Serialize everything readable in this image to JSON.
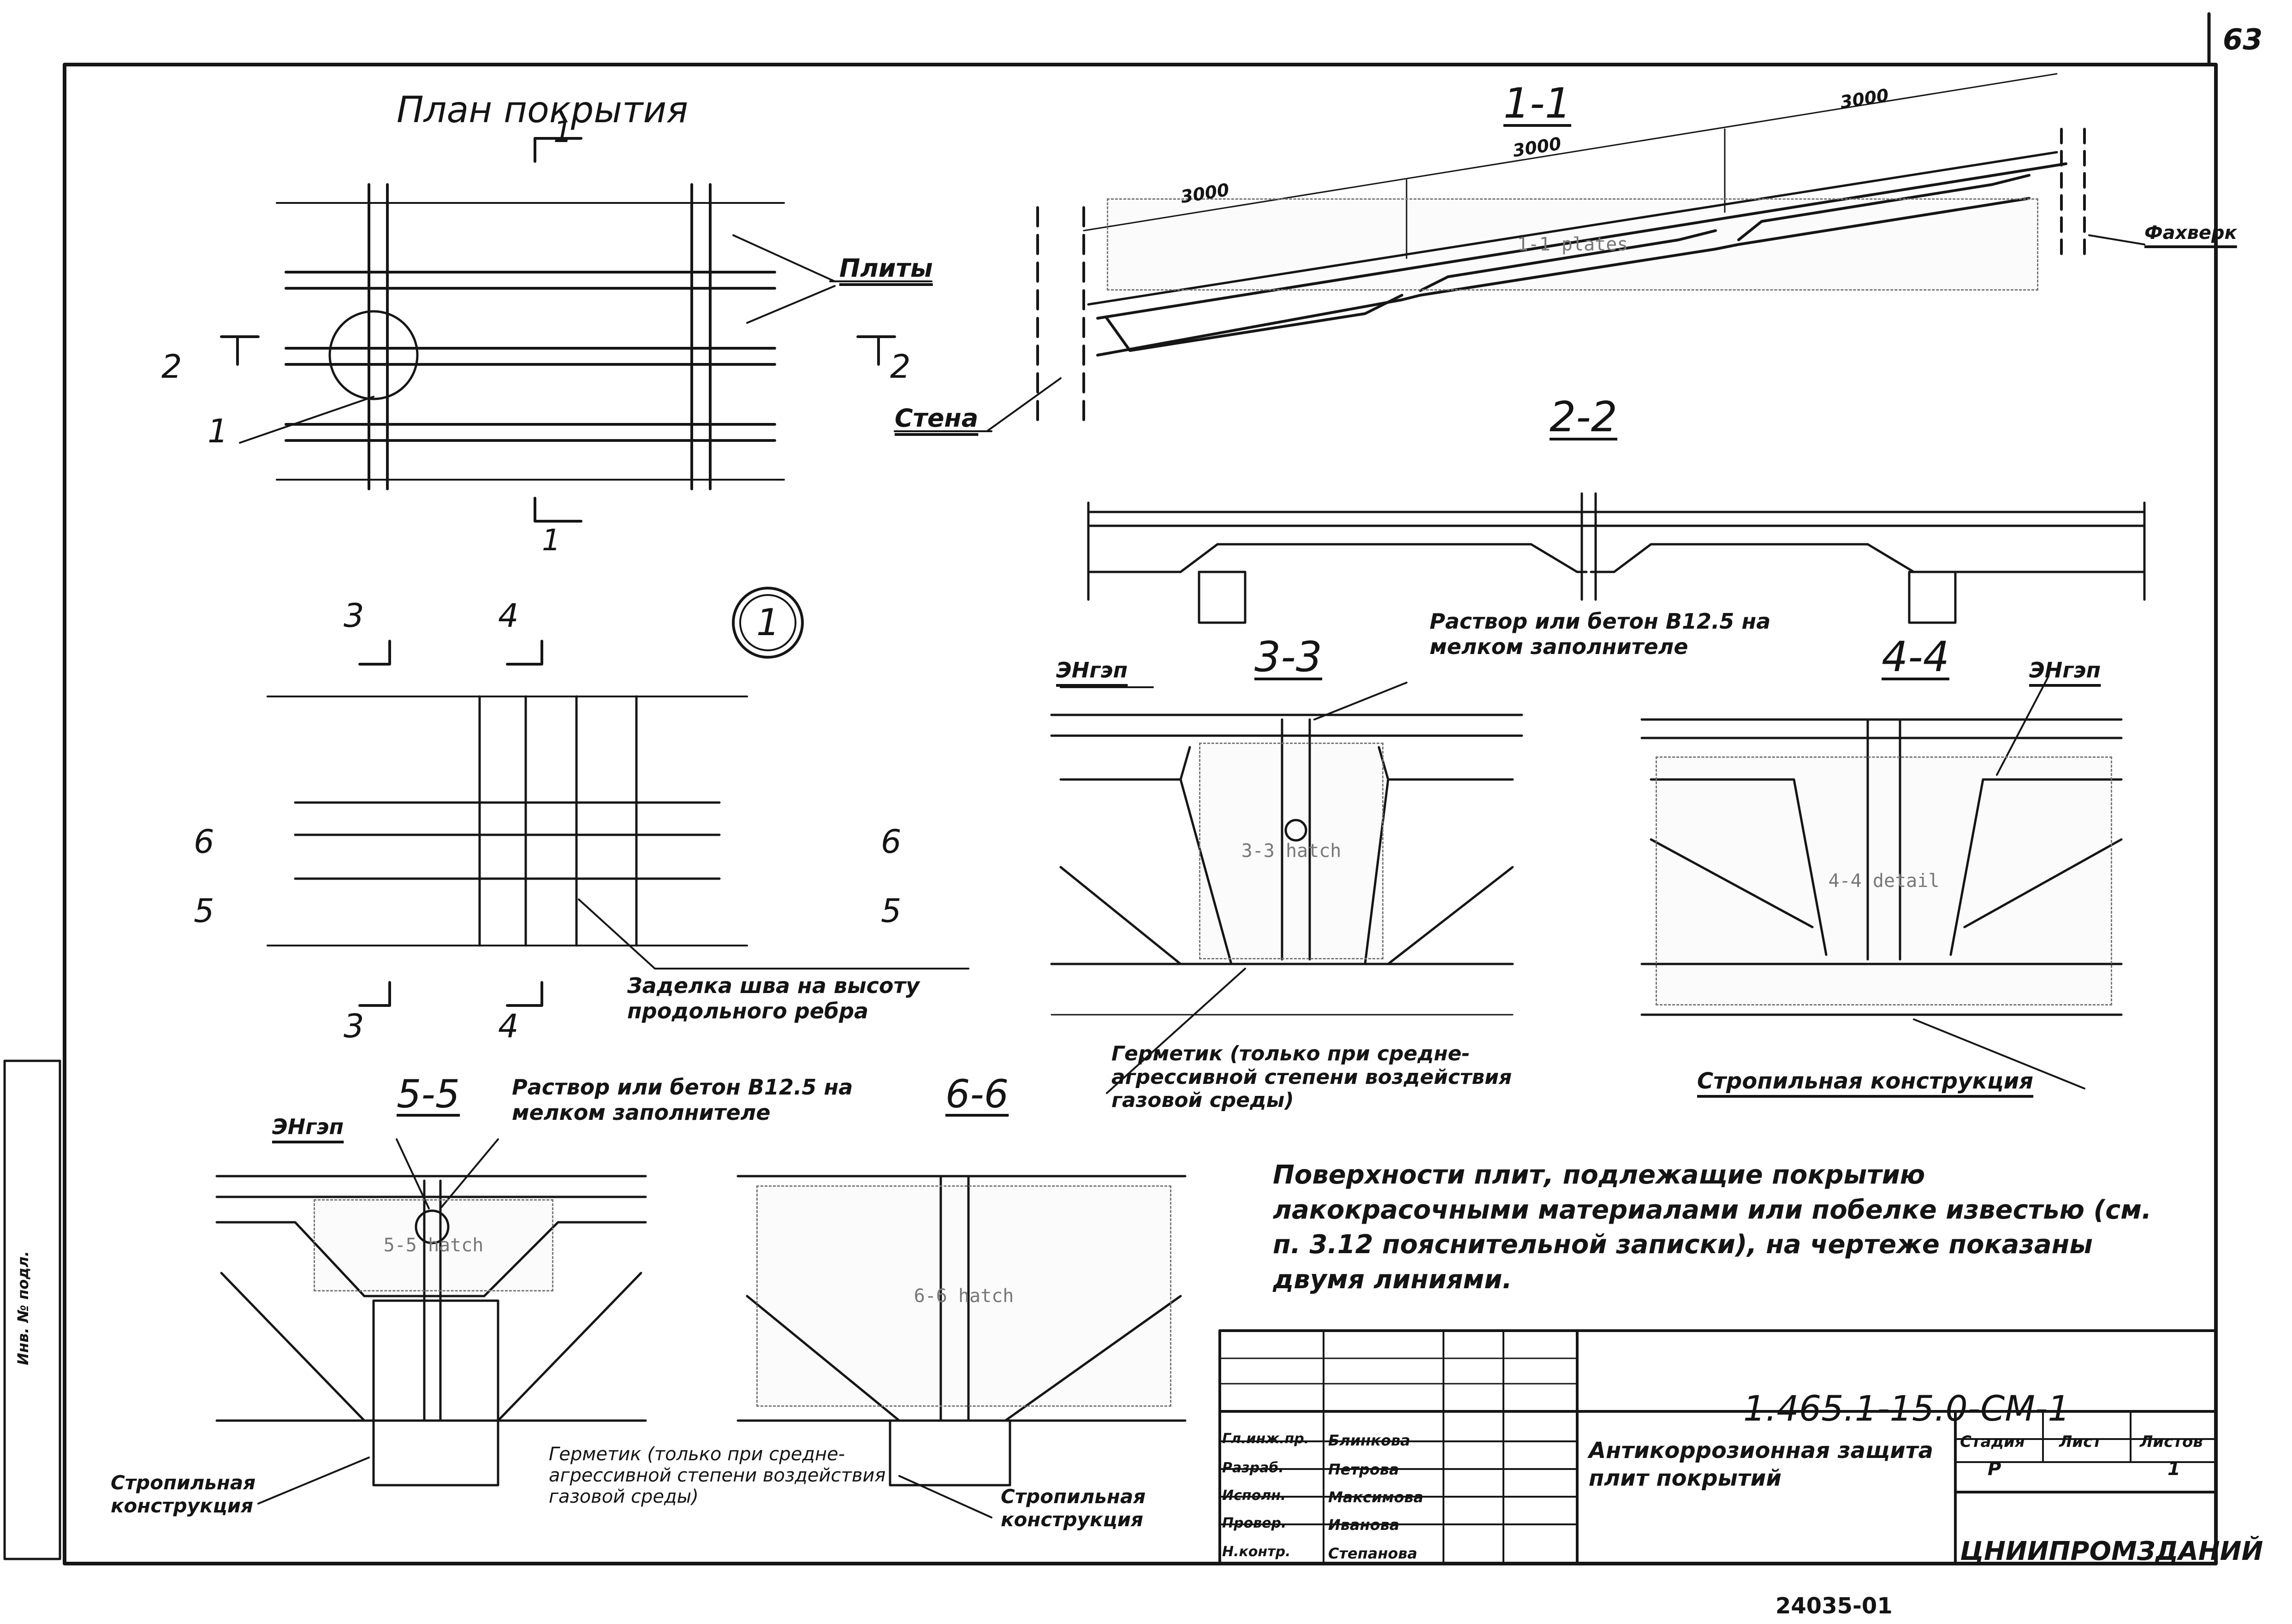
{
  "sheet_number": "63",
  "plan": {
    "title": "План покрытия",
    "section_1": "1",
    "section_2": "2",
    "node_ref": "1",
    "plates_label": "Плиты"
  },
  "section_1_1": {
    "title": "1-1",
    "dim_a": "3000",
    "dim_b": "3000",
    "dim_c": "3000",
    "wall_label": "Стена",
    "rafters_label": "Фахверк"
  },
  "section_2_2": {
    "title": "2-2"
  },
  "node_1": {
    "badge": "1",
    "mark_3": "3",
    "mark_4": "4",
    "mark_5": "5",
    "mark_6": "6",
    "note": "Заделка шва на высоту продольного ребра"
  },
  "section_3_3": {
    "title": "3-3",
    "material": "ЭНгэп",
    "mortar_note": "Раствор или бетон В12.5 на мелком заполнителе",
    "sealant_note": "Герметик (только при средне-агрессивной степени воздействия газовой среды)"
  },
  "section_4_4": {
    "title": "4-4",
    "material": "ЭНгэп",
    "rafter_label": "Стропильная конструкция"
  },
  "section_5_5": {
    "title": "5-5",
    "material": "ЭНгэп",
    "mortar_note": "Раствор или бетон В12.5 на мелком заполнителе",
    "rafter_label": "Стропильная конструкция",
    "sealant_note": "Герметик (только при средне-агрессивной степени воздействия газовой среды)"
  },
  "section_6_6": {
    "title": "6-6",
    "rafter_label": "Стропильная конструкция"
  },
  "general_note": "Поверхности плит, подлежащие покрытию лакокрасочными материалами или побелке известью (см. п. 3.12 пояснительной записки), на чертеже показаны двумя линиями.",
  "title_block": {
    "code": "1.465.1-15.0-СМ-1",
    "sheet_title": "Антикоррозионная защита плит покрытий",
    "stage_header": "Стадия",
    "sheet_header": "Лист",
    "sheets_header": "Листов",
    "stage": "Р",
    "sheet": "1",
    "org": "ЦНИИПРОМЗДАНИЙ",
    "roles": [
      "Гл.инж.пр.",
      "Разраб.",
      "Исполн.",
      "Провер.",
      "Н.контр."
    ],
    "names": [
      "Блинкова",
      "Петрова",
      "Максимова",
      "Иванова",
      "Степанова"
    ]
  },
  "footer_number": "24035-01",
  "side_stamp": "Инв. № подл."
}
